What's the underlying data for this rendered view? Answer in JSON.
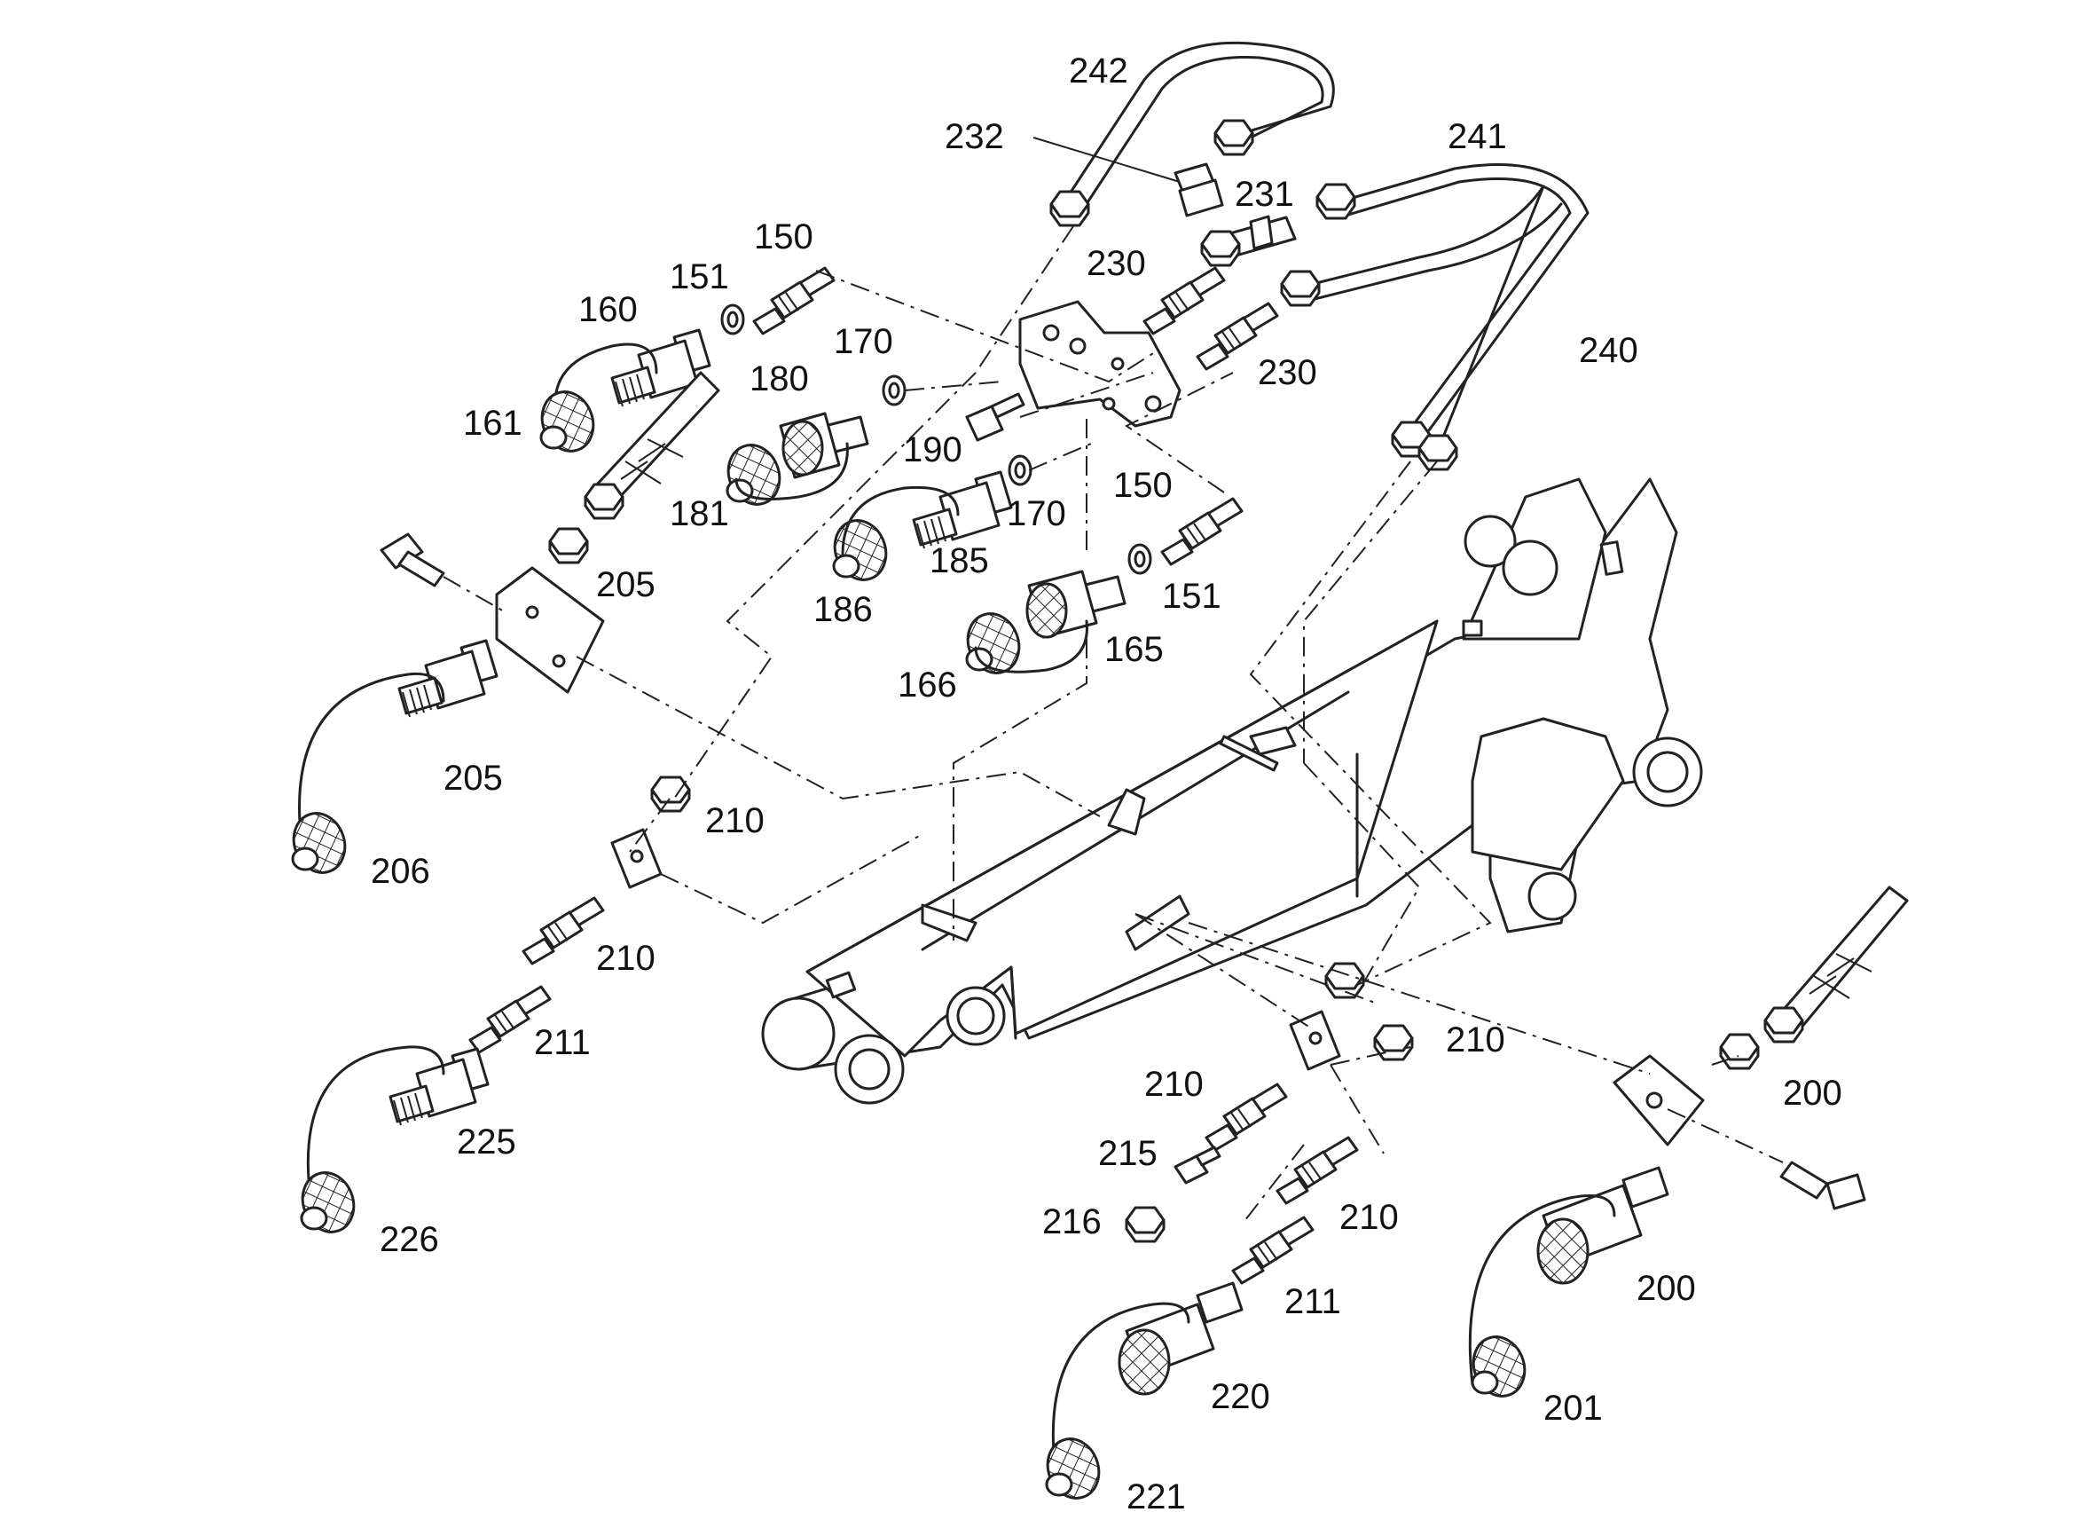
{
  "labels": [
    {
      "id": "242",
      "text": "242"
    },
    {
      "id": "232",
      "text": "232"
    },
    {
      "id": "241",
      "text": "241"
    },
    {
      "id": "231",
      "text": "231"
    },
    {
      "id": "150a",
      "text": "150"
    },
    {
      "id": "230a",
      "text": "230"
    },
    {
      "id": "151a",
      "text": "151"
    },
    {
      "id": "160",
      "text": "160"
    },
    {
      "id": "240",
      "text": "240"
    },
    {
      "id": "170a",
      "text": "170"
    },
    {
      "id": "230b",
      "text": "230"
    },
    {
      "id": "180",
      "text": "180"
    },
    {
      "id": "161",
      "text": "161"
    },
    {
      "id": "190",
      "text": "190"
    },
    {
      "id": "150b",
      "text": "150"
    },
    {
      "id": "181",
      "text": "181"
    },
    {
      "id": "170b",
      "text": "170"
    },
    {
      "id": "185",
      "text": "185"
    },
    {
      "id": "151b",
      "text": "151"
    },
    {
      "id": "205a",
      "text": "205"
    },
    {
      "id": "186",
      "text": "186"
    },
    {
      "id": "165",
      "text": "165"
    },
    {
      "id": "166",
      "text": "166"
    },
    {
      "id": "205b",
      "text": "205"
    },
    {
      "id": "210a",
      "text": "210"
    },
    {
      "id": "206",
      "text": "206"
    },
    {
      "id": "210b",
      "text": "210"
    },
    {
      "id": "211a",
      "text": "211"
    },
    {
      "id": "210c",
      "text": "210"
    },
    {
      "id": "210d",
      "text": "210"
    },
    {
      "id": "200a",
      "text": "200"
    },
    {
      "id": "225",
      "text": "225"
    },
    {
      "id": "215",
      "text": "215"
    },
    {
      "id": "216",
      "text": "216"
    },
    {
      "id": "210e",
      "text": "210"
    },
    {
      "id": "226",
      "text": "226"
    },
    {
      "id": "211b",
      "text": "211"
    },
    {
      "id": "200b",
      "text": "200"
    },
    {
      "id": "220",
      "text": "220"
    },
    {
      "id": "201",
      "text": "201"
    },
    {
      "id": "221",
      "text": "221"
    }
  ]
}
